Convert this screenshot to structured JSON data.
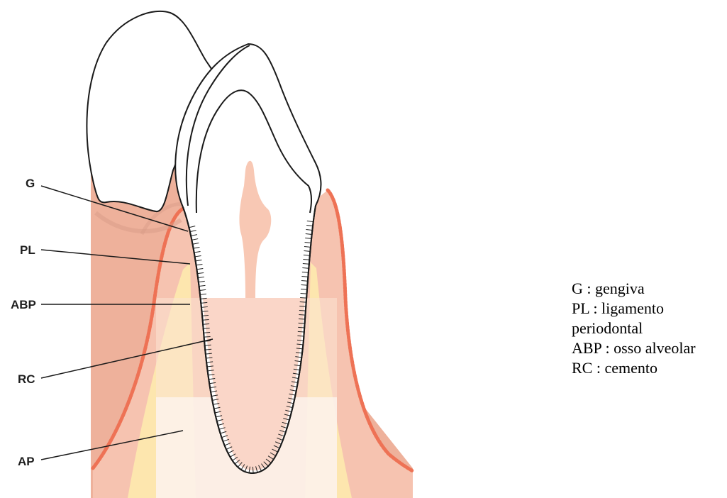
{
  "callouts": [
    {
      "id": "g",
      "label": "G"
    },
    {
      "id": "pl",
      "label": "PL"
    },
    {
      "id": "abp",
      "label": "ABP"
    },
    {
      "id": "rc",
      "label": "RC"
    },
    {
      "id": "ap",
      "label": "AP"
    }
  ],
  "legend": [
    "G : gengiva",
    "PL : ligamento",
    "periodontal",
    "ABP : osso alveolar",
    "RC : cemento"
  ],
  "colors": {
    "gingiva": "#f6c3b0",
    "gingiva_dark": "#eeab96",
    "gingiva_edge": "#ee7255",
    "bone": "#fde8b2",
    "pulp": "#f8c8b4",
    "tooth_outline": "#1a1a1a",
    "ligament_fibers": "#222222"
  }
}
